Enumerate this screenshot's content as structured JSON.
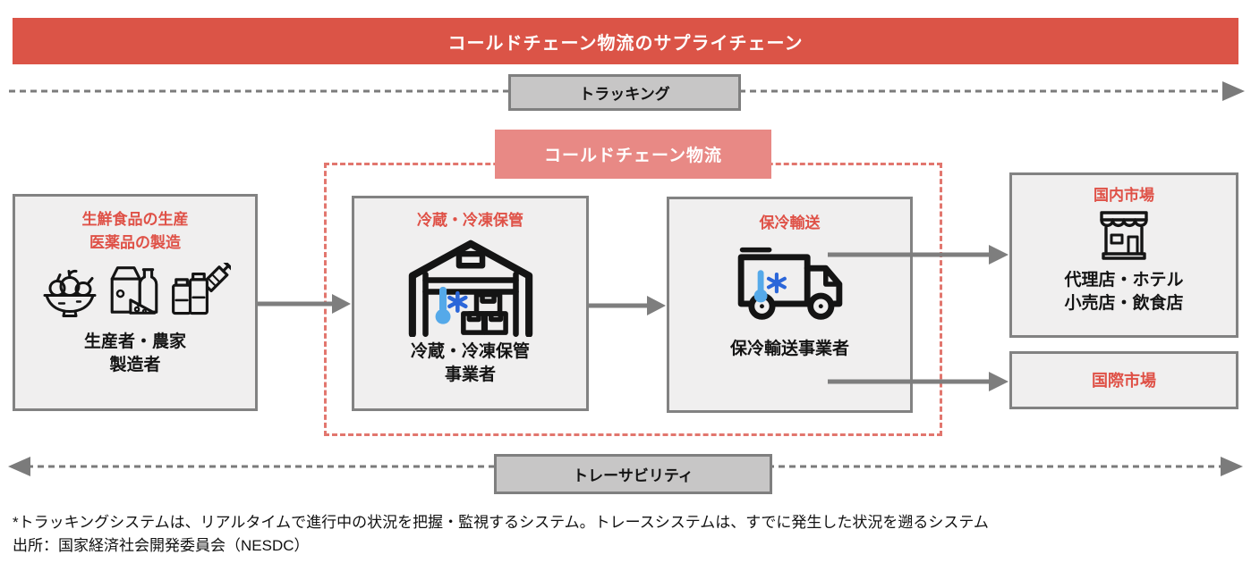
{
  "banner": {
    "title": "コールドチェーン物流のサプライチェーン"
  },
  "labels": {
    "tracking": "トラッキング",
    "cold_chain": "コールドチェーン物流",
    "traceability": "トレーサビリティ"
  },
  "nodes": {
    "producer": {
      "title1": "生鮮食品の生産",
      "title2": "医薬品の製造",
      "name1": "生産者・農家",
      "name2": "製造者"
    },
    "storage": {
      "title": "冷蔵・冷凍保管",
      "name1": "冷蔵・冷凍保管",
      "name2": "事業者"
    },
    "transport": {
      "title": "保冷輸送",
      "name": "保冷輸送事業者"
    },
    "domestic_market": {
      "title": "国内市場",
      "name1": "代理店・ホテル",
      "name2": "小売店・飲食店"
    },
    "international_market": {
      "title": "国際市場"
    }
  },
  "footnotes": {
    "note": "*トラッキングシステムは、リアルタイムで進行中の状況を把握・監視するシステム。トレースシステムは、すでに発生した状況を遡るシステム",
    "source": "出所：国家経済社会開発委員会（NESDC）"
  },
  "icons": {
    "producer": [
      "fruit-basket-icon",
      "dairy-products-icon",
      "medicine-icon"
    ],
    "storage": "cold-warehouse-icon",
    "transport": "refrigerated-truck-icon",
    "domestic_market": "storefront-icon",
    "cold_overlays": [
      "thermometer-icon",
      "snowflake-icon"
    ],
    "flow": [
      "arrow-right-icon",
      "arrow-left-icon"
    ]
  },
  "colors": {
    "banner-red": "#DB5447",
    "pink-label": "#E88985",
    "red-text": "#DF5147",
    "dashed-red": "#E2766E",
    "node-border": "#828282",
    "node-fill": "#F0EFEF",
    "gray-label-fill": "#C7C6C6",
    "gray-label-border": "#7F7F7F",
    "arrow-gray": "#7E7E7E",
    "thermometer-blue": "#55A9E9",
    "snowflake-blue": "#2B66D9",
    "text-black": "#141414"
  }
}
